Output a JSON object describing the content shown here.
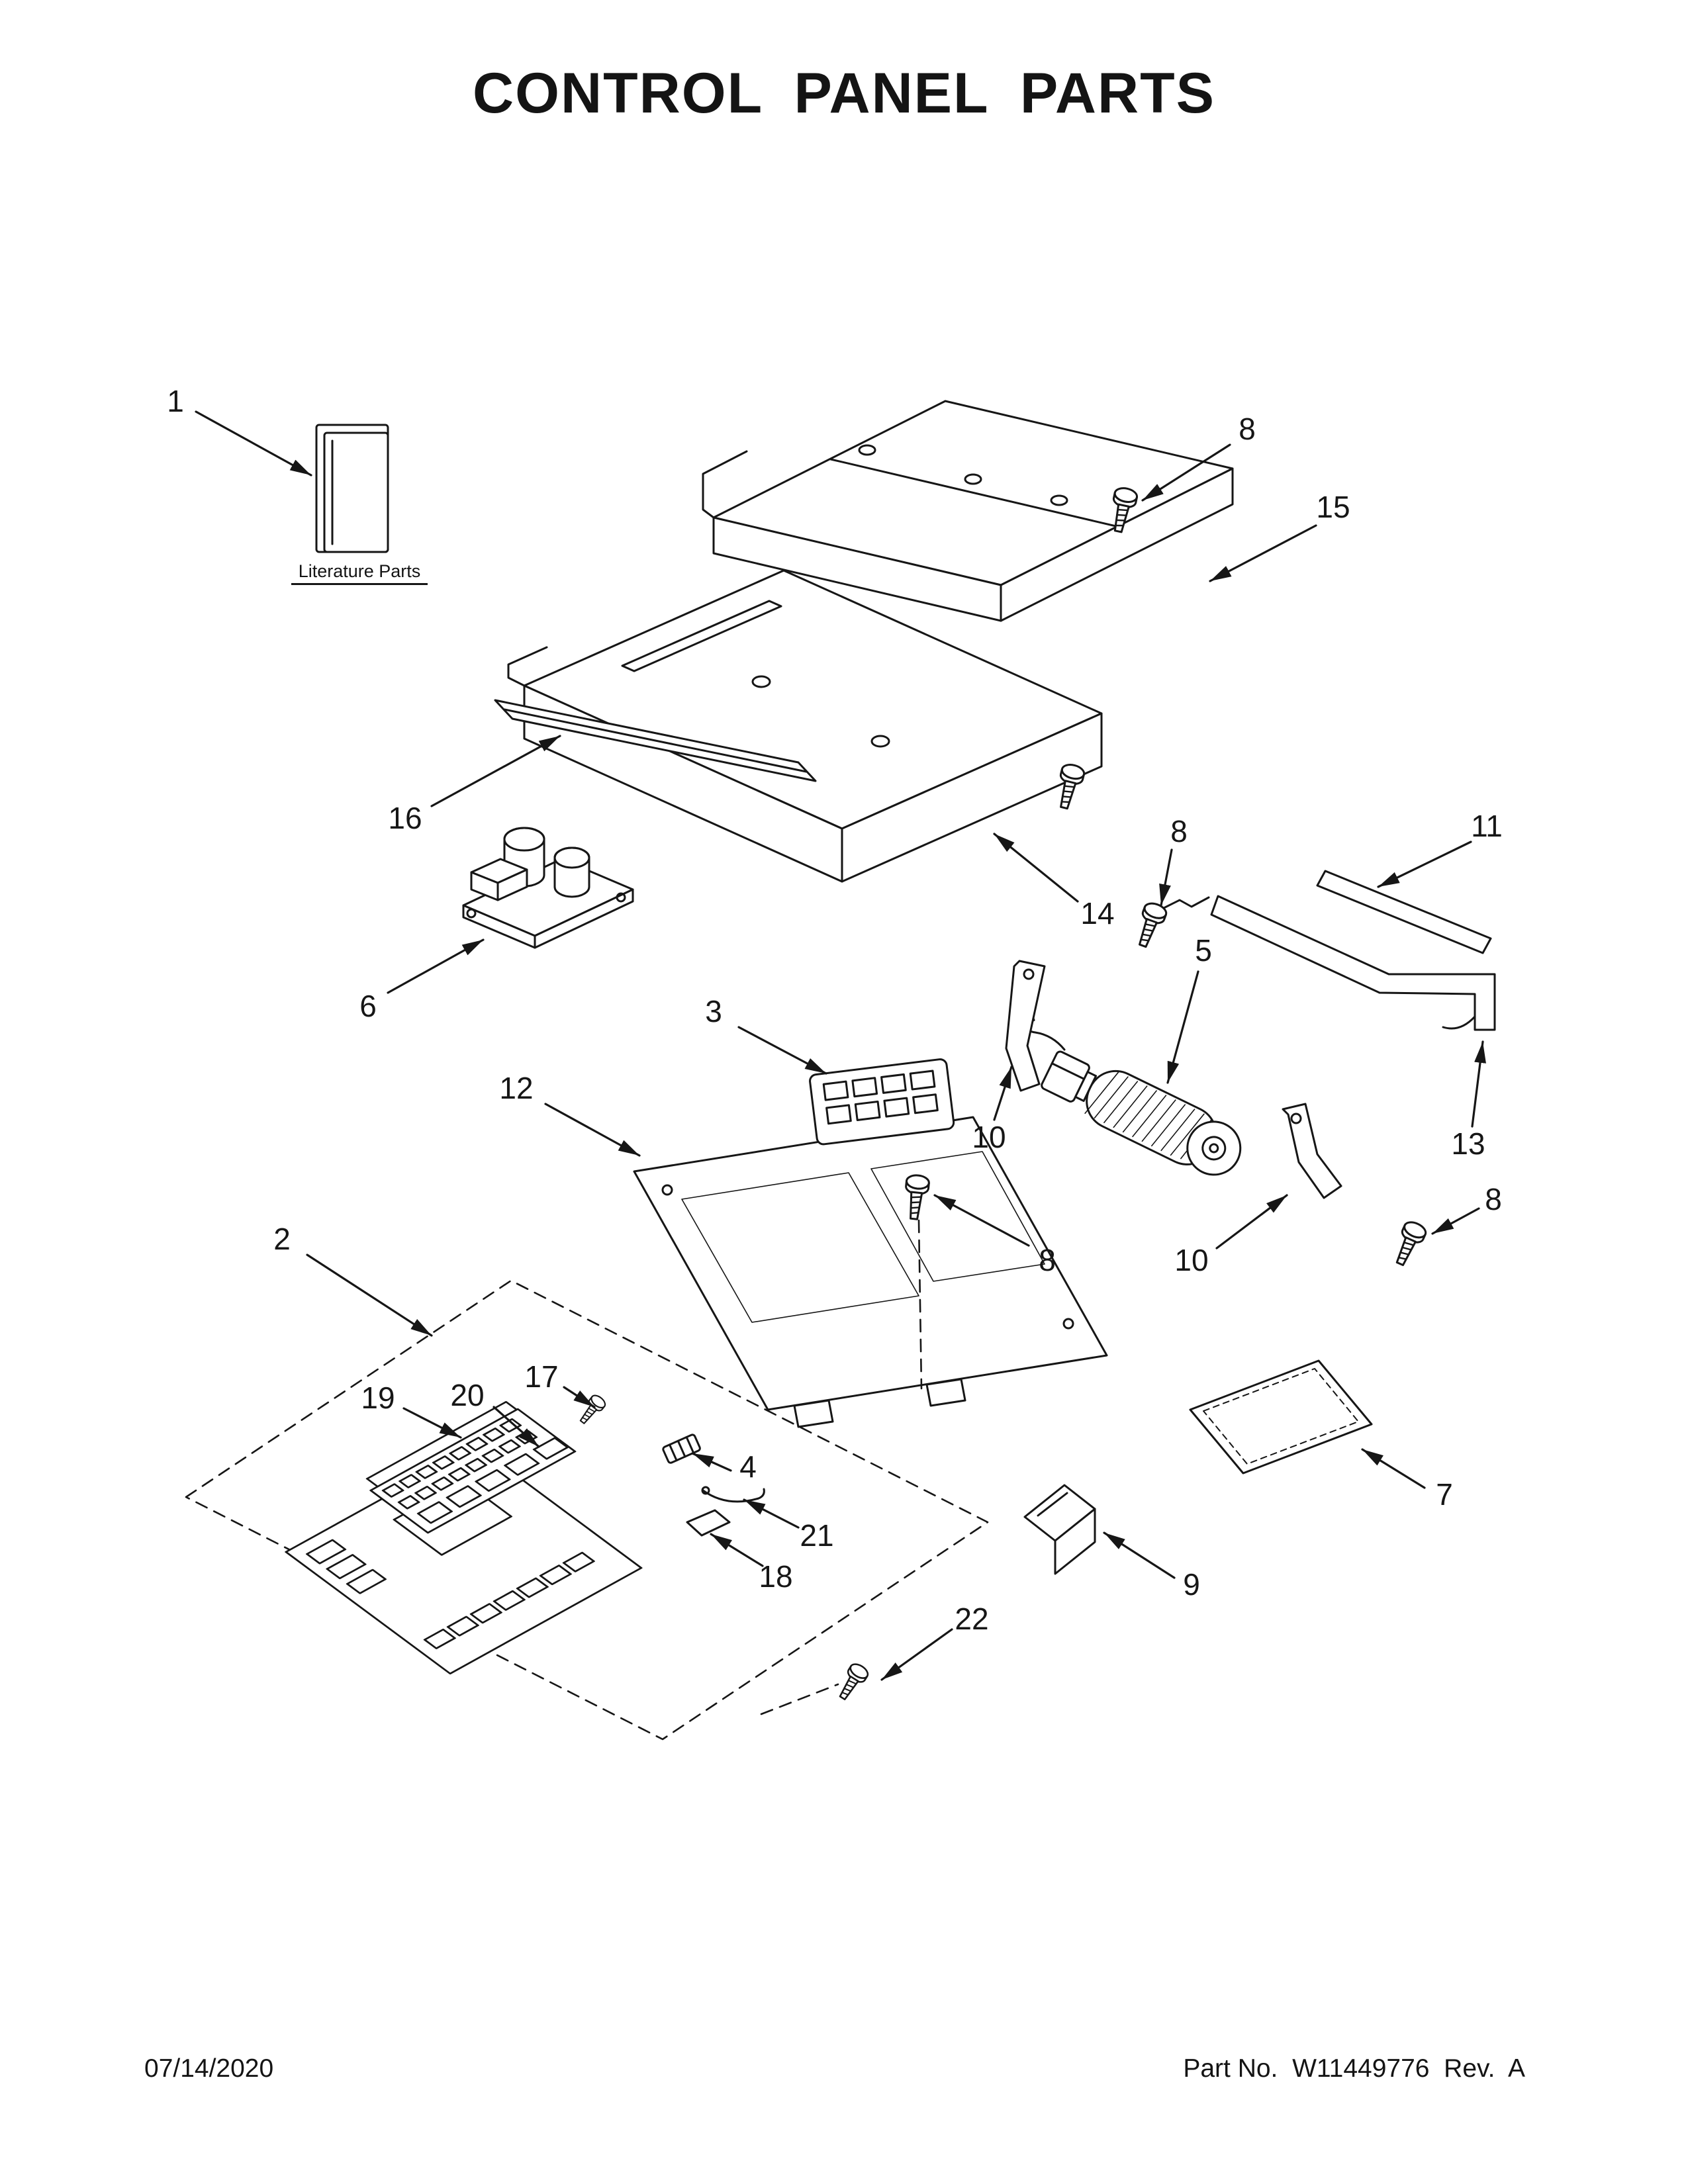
{
  "page": {
    "title": "CONTROL PANEL PARTS",
    "date": "07/14/2020",
    "part_line": "Part No.  W11449776  Rev.  A"
  },
  "literature_label": "Literature Parts",
  "callouts": [
    "1",
    "8",
    "15",
    "16",
    "14",
    "11",
    "6",
    "8",
    "5",
    "3",
    "12",
    "10",
    "13",
    "8",
    "10",
    "8",
    "2",
    "17",
    "19",
    "20",
    "4",
    "21",
    "18",
    "7",
    "9",
    "22"
  ]
}
